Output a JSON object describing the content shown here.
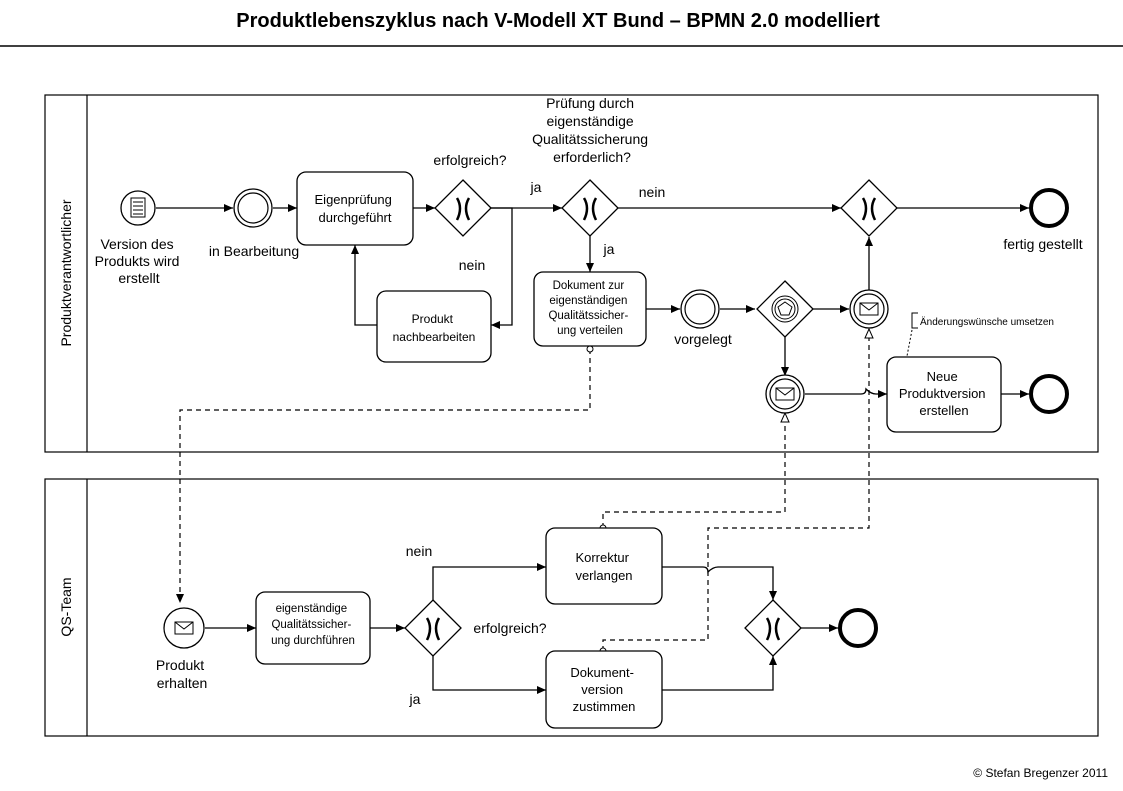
{
  "title": "Produktlebenszyklus nach V-Modell XT Bund – BPMN 2.0 modelliert",
  "copyright": "© Stefan Bregenzer 2011",
  "pools": {
    "top": {
      "label": "Produktverantwortlicher"
    },
    "bottom": {
      "label": "QS-Team"
    }
  },
  "events": {
    "start": [
      "Version des",
      "Produkts wird",
      "erstellt"
    ],
    "in_bearbeitung": "in Bearbeitung",
    "vorgelegt": "vorgelegt",
    "fertig": "fertig gestellt",
    "produkt_erhalten": [
      "Produkt",
      "erhalten"
    ]
  },
  "tasks": {
    "eigenpruefung": [
      "Eigenprüfung",
      "durchgeführt"
    ],
    "nachbearbeiten": [
      "Produkt",
      "nachbearbeiten"
    ],
    "dokument_verteilen": [
      "Dokument zur",
      "eigenständigen",
      "Qualitätssicher-",
      "ung verteilen"
    ],
    "neue_version": [
      "Neue",
      "Produktversion",
      "erstellen"
    ],
    "qs_durchfuehren": [
      "eigenständige",
      "Qualitätssicher-",
      "ung durchführen"
    ],
    "korrektur": [
      "Korrektur",
      "verlangen"
    ],
    "zustimmen": [
      "Dokument-",
      "version",
      "zustimmen"
    ]
  },
  "gateways": {
    "erfolgreich_top": "erfolgreich?",
    "pruefung_question": [
      "Prüfung durch",
      "eigenständige",
      "Qualitätssicherung",
      "erforderlich?"
    ],
    "erfolgreich_bottom": "erfolgreich?"
  },
  "flow_labels": {
    "ja_1": "ja",
    "nein_1": "nein",
    "ja_2": "ja",
    "nein_2": "nein",
    "nein_3": "nein",
    "ja_3": "ja"
  },
  "annotation": "Änderungswünsche umsetzen"
}
